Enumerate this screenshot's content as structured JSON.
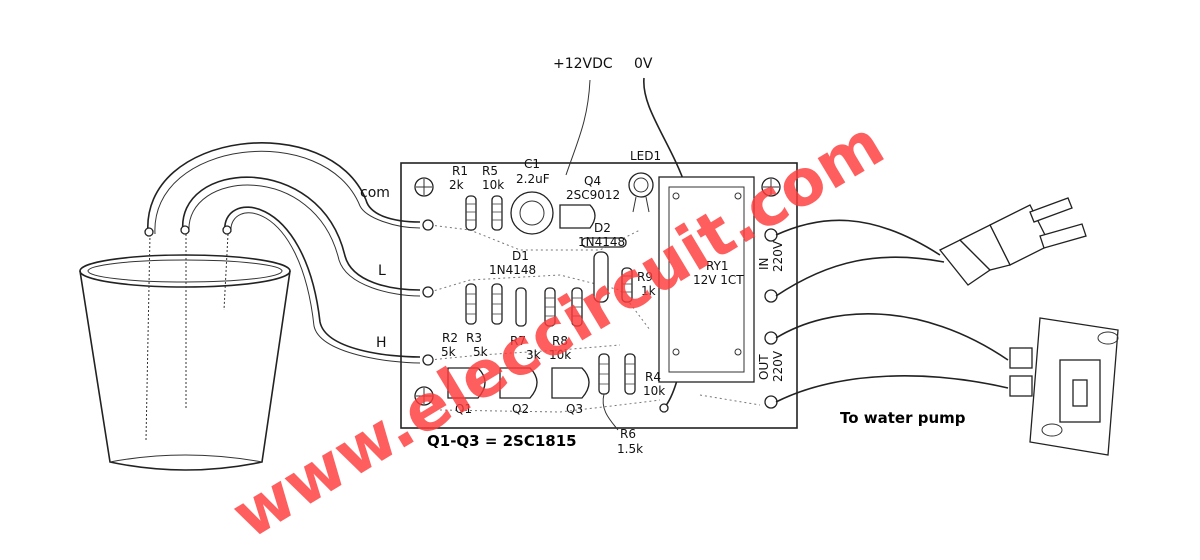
{
  "supply": {
    "positive": "+12VDC",
    "ground": "0V"
  },
  "probes": {
    "common": "com",
    "low": "L",
    "high": "H"
  },
  "components": {
    "r1": {
      "name": "R1",
      "value": "2k"
    },
    "r5": {
      "name": "R5",
      "value": "10k"
    },
    "c1": {
      "name": "C1",
      "value": "2.2uF"
    },
    "q4": {
      "name": "Q4",
      "value": "2SC9012"
    },
    "led1": {
      "name": "LED1"
    },
    "d2": {
      "name": "D2",
      "value": "1N4148"
    },
    "d1": {
      "name": "D1",
      "value": "1N4148"
    },
    "r9": {
      "name": "R9",
      "value": "1k"
    },
    "ry1": {
      "name": "RY1",
      "value": "12V 1CT"
    },
    "r2": {
      "name": "R2",
      "value": "5k"
    },
    "r3": {
      "name": "R3",
      "value": "5k"
    },
    "r7": {
      "name": "R7",
      "value": "3k"
    },
    "r8": {
      "name": "R8",
      "value": "10k"
    },
    "r4": {
      "name": "R4",
      "value": "10k"
    },
    "r6": {
      "name": "R6",
      "value": "1.5k"
    },
    "q1": {
      "name": "Q1"
    },
    "q2": {
      "name": "Q2"
    },
    "q3": {
      "name": "Q3"
    }
  },
  "terminals": {
    "in": "IN",
    "in_voltage": "220V",
    "out": "OUT",
    "out_voltage": "220V"
  },
  "transistor_note": "Q1-Q3 = 2SC1815",
  "pump_label": "To water pump",
  "watermark": "www.eleccircuit.com"
}
